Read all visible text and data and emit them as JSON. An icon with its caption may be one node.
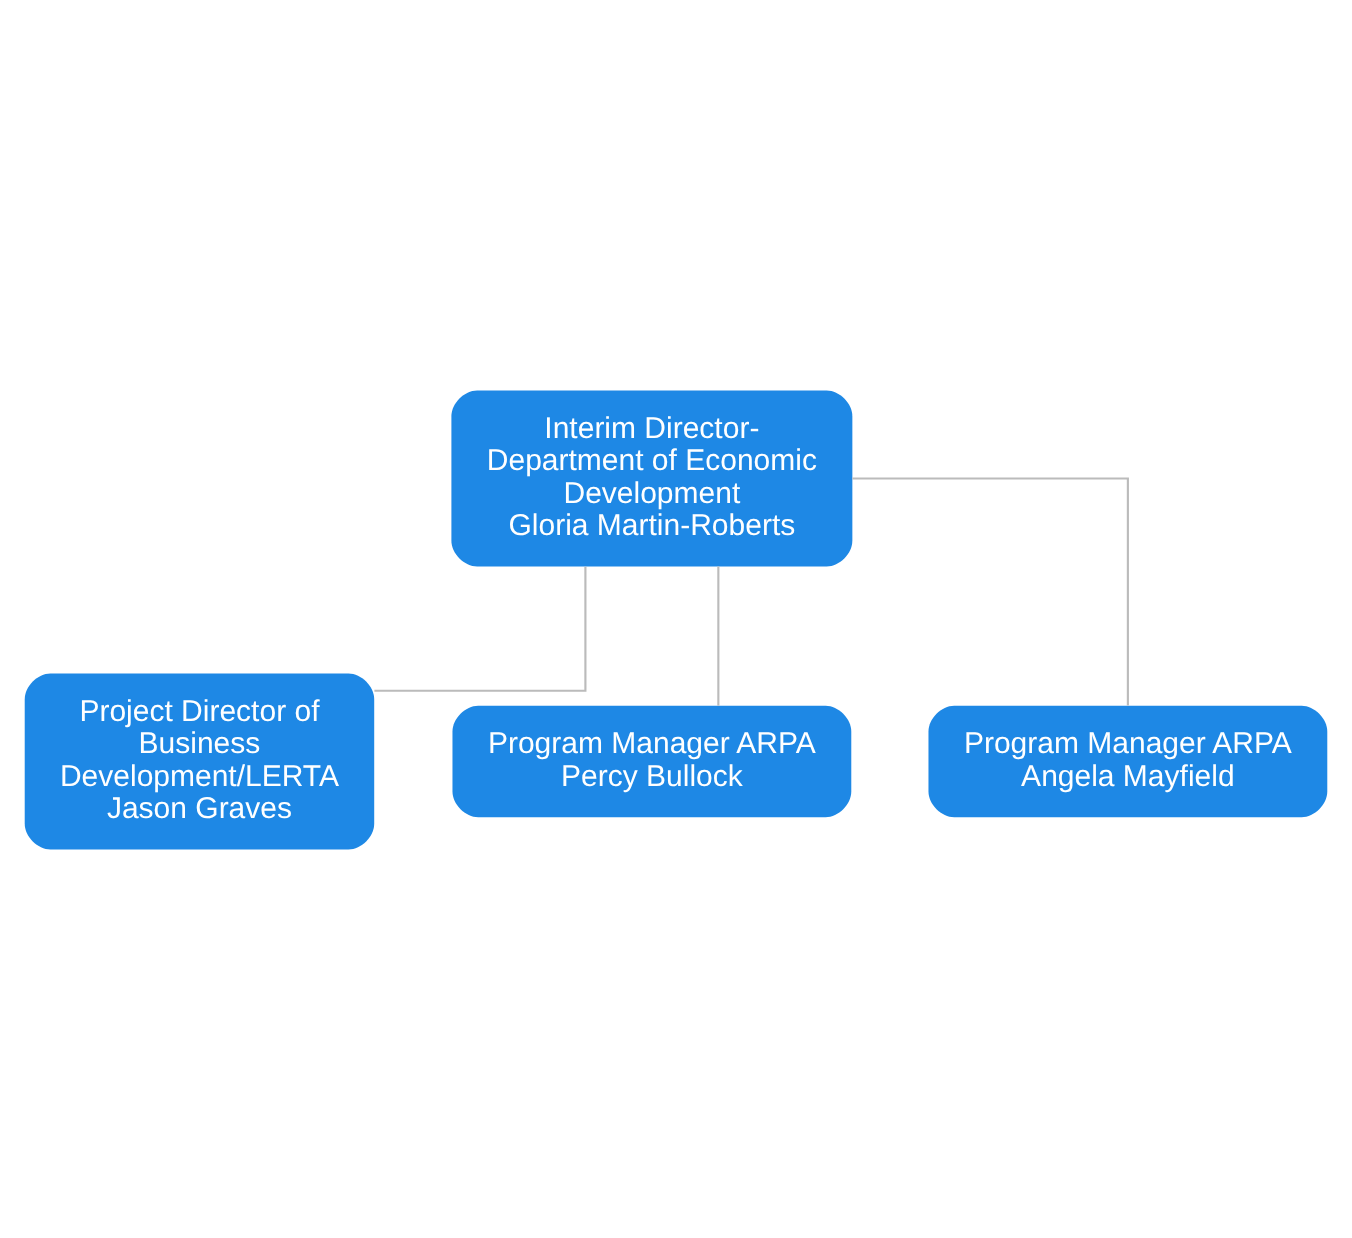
{
  "diagram": {
    "nodes": [
      {
        "text": [
          "Interim Director-Department of Economic Development",
          "Gloria Martin-Roberts"
        ]
      },
      {
        "text": [
          "Project Director of Business Development/LERTA",
          "Jason Graves"
        ]
      },
      {
        "text": [
          "Program Manager ARPA",
          "Percy Bullock"
        ]
      },
      {
        "text": [
          "Program Manager ARPA",
          "Angela Mayfield"
        ]
      }
    ],
    "edges": [
      {
        "from": 0,
        "to": 1,
        "arrow": "none"
      },
      {
        "from": 0,
        "to": 2,
        "arrow": "none"
      },
      {
        "from": 0,
        "to": 3,
        "arrow": "none"
      }
    ]
  }
}
